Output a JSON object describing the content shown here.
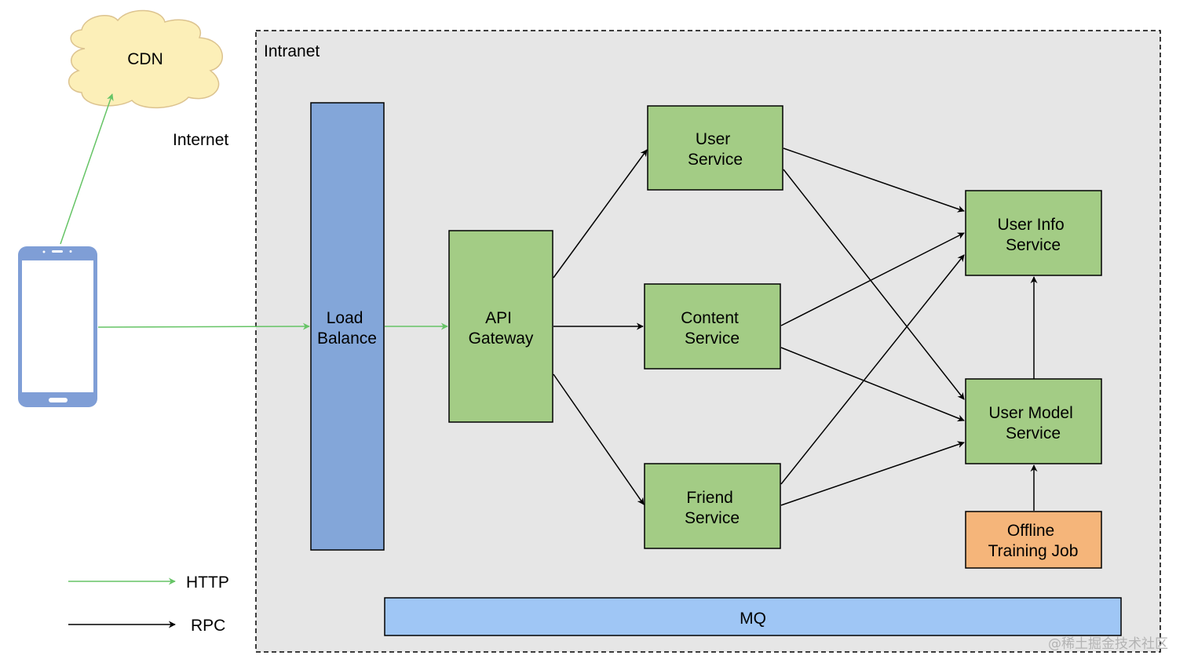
{
  "colors": {
    "http": "#66c466",
    "rpc": "#000000",
    "service_fill": "#a3cc85",
    "load_balancer_fill": "#83a6d9",
    "offline_job_fill": "#f5b57a",
    "mq_fill": "#9fc6f5",
    "intranet_fill": "#e6e6e6",
    "cdn_fill": "#fcefb8",
    "cdn_stroke": "#dcc38f",
    "phone_stroke": "#7f9ed6"
  },
  "labels": {
    "cdn": "CDN",
    "internet": "Internet",
    "intranet": "Intranet",
    "load_balance": [
      "Load",
      "Balance"
    ],
    "api_gateway": [
      "API",
      "Gateway"
    ],
    "user_service": [
      "User",
      "Service"
    ],
    "content_service": [
      "Content",
      "Service"
    ],
    "friend_service": [
      "Friend",
      "Service"
    ],
    "user_info_service": [
      "User Info",
      "Service"
    ],
    "user_model_service": [
      "User Model",
      "Service"
    ],
    "offline_training_job": [
      "Offline",
      "Training Job"
    ],
    "mq": "MQ"
  },
  "legend": {
    "http": "HTTP",
    "rpc": "RPC"
  },
  "watermark": "@稀土掘金技术社区"
}
